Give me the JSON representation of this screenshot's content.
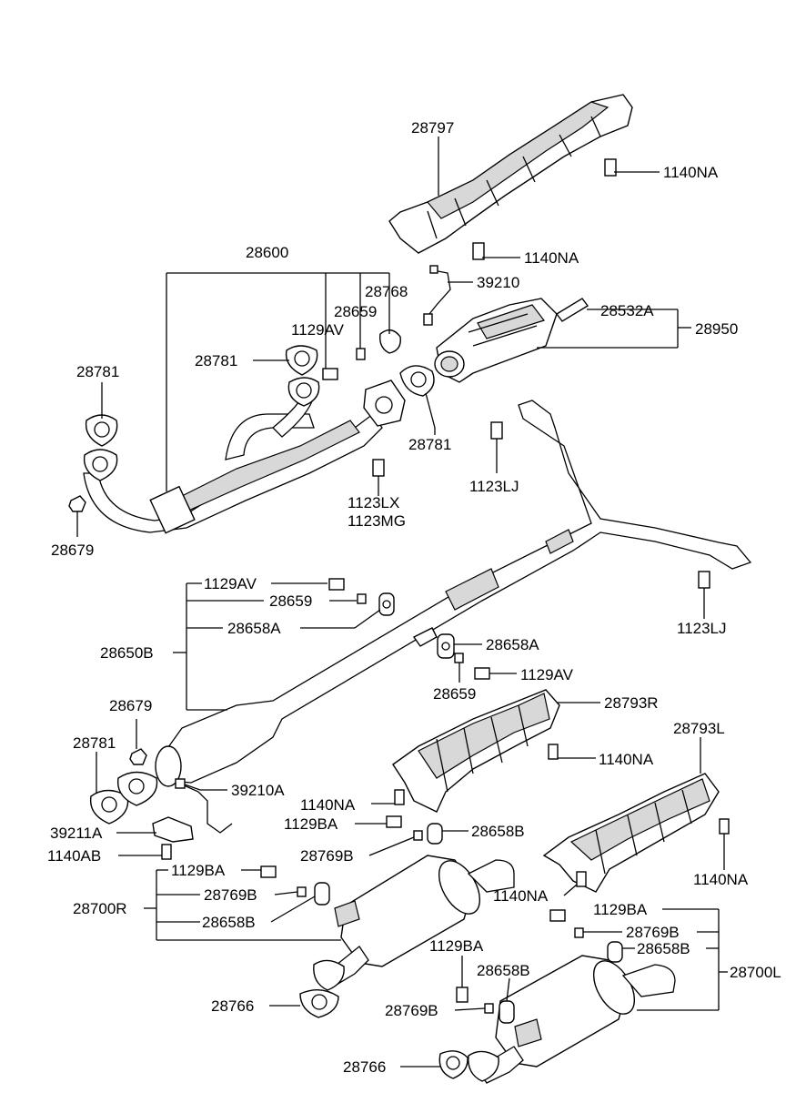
{
  "labels": {
    "l28797": "28797",
    "l1140NA_a": "1140NA",
    "l1140NA_b": "1140NA",
    "l28600": "28600",
    "l39210": "39210",
    "l28768": "28768",
    "l28659_a": "28659",
    "l1129AV_a": "1129AV",
    "l28532A": "28532A",
    "l28950": "28950",
    "l28781_a": "28781",
    "l28781_b": "28781",
    "l28781_c": "28781",
    "l28679_a": "28679",
    "l1123LX": "1123LX",
    "l1123MG": "1123MG",
    "l1123LJ_a": "1123LJ",
    "l1123LJ_b": "1123LJ",
    "l1129AV_b": "1129AV",
    "l28659_b": "28659",
    "l28658A_a": "28658A",
    "l28650B": "28650B",
    "l28658A_b": "28658A",
    "l1129AV_c": "1129AV",
    "l28659_c": "28659",
    "l28793R": "28793R",
    "l28679_b": "28679",
    "l28781_d": "28781",
    "l39210A": "39210A",
    "l1140NA_c": "1140NA",
    "l1140NA_d": "1140NA",
    "l28793L": "28793L",
    "l39211A": "39211A",
    "l1129BA_a": "1129BA",
    "l28658B_a": "28658B",
    "l1140AB": "1140AB",
    "l28769B_a": "28769B",
    "l1129BA_b": "1129BA",
    "l28769B_b": "28769B",
    "l28700R": "28700R",
    "l28658B_b": "28658B",
    "l1140NA_e": "1140NA",
    "l1140NA_f": "1140NA",
    "l1129BA_c": "1129BA",
    "l28769B_c": "28769B",
    "l28658B_c": "28658B",
    "l28700L": "28700L",
    "l1129BA_d": "1129BA",
    "l28658B_d": "28658B",
    "l28766_a": "28766",
    "l28769B_d": "28769B",
    "l28766_b": "28766"
  }
}
